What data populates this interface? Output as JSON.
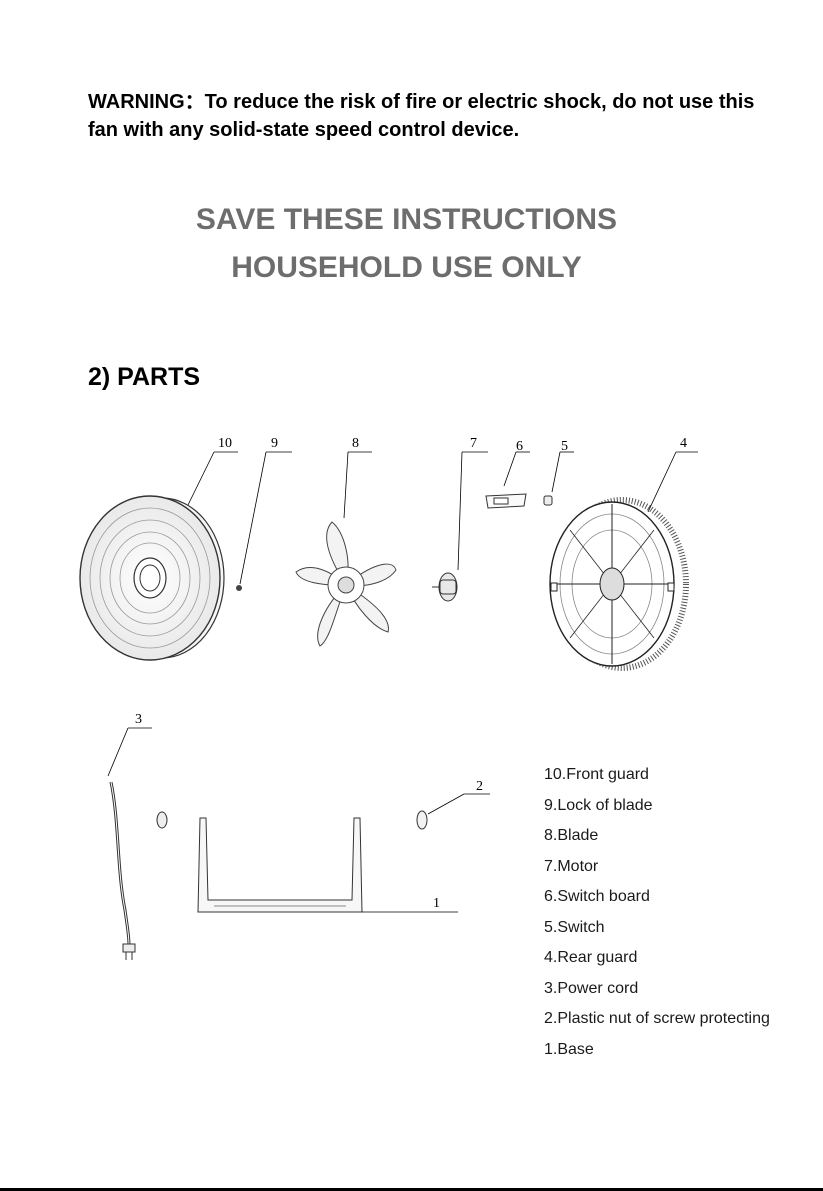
{
  "warning": {
    "text": "WARNING：To reduce the risk of fire or electric shock, do not use this fan with any solid-state speed control device."
  },
  "titles": {
    "save": "SAVE THESE INSTRUCTIONS",
    "household": "HOUSEHOLD USE ONLY"
  },
  "section_heading": "2) PARTS",
  "callouts": [
    "10",
    "9",
    "8",
    "7",
    "6",
    "5",
    "4",
    "3",
    "2",
    "1"
  ],
  "parts": [
    "10.Front guard",
    "9.Lock of blade",
    "8.Blade",
    "7.Motor",
    "6.Switch board",
    "5.Switch",
    "4.Rear guard",
    "3.Power cord",
    "2.Plastic nut of screw protecting",
    "1.Base"
  ]
}
